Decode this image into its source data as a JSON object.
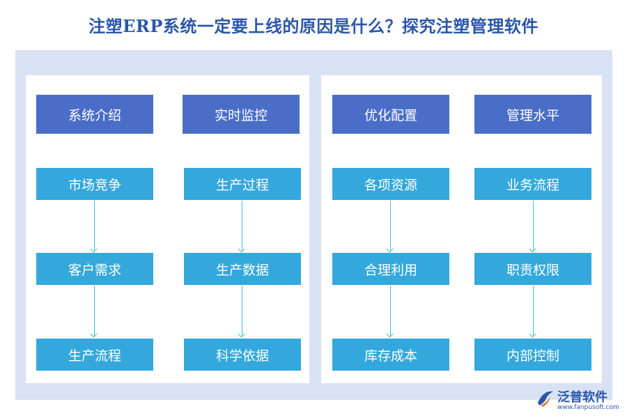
{
  "title": "注塑ERP系统一定要上线的原因是什么？探究注塑管理软件",
  "columns": [
    {
      "header": "系统介绍",
      "steps": [
        "市场竞争",
        "客户需求",
        "生产流程"
      ]
    },
    {
      "header": "实时监控",
      "steps": [
        "生产过程",
        "生产数据",
        "科学依据"
      ]
    },
    {
      "header": "优化配置",
      "steps": [
        "各项资源",
        "合理利用",
        "库存成本"
      ]
    },
    {
      "header": "管理水平",
      "steps": [
        "业务流程",
        "职责权限",
        "内部控制"
      ]
    }
  ],
  "logo": {
    "name": "泛普软件",
    "url": "www.fanpusoft.com"
  },
  "colors": {
    "title": "#2b57a8",
    "frame": "#d9e2f5",
    "header_box": "#4a6ec8",
    "step_box": "#34a8dc",
    "arrow": "#3dbfcf"
  }
}
